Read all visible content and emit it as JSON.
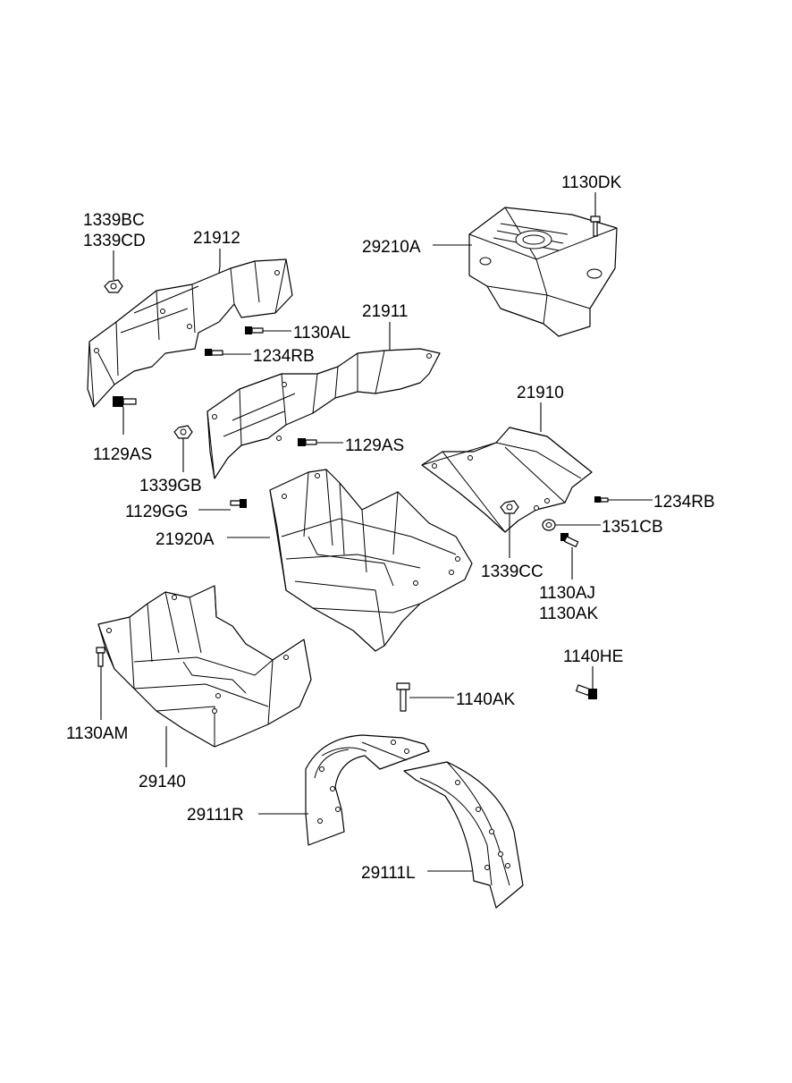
{
  "labels": {
    "l_1339bc": "1339BC",
    "l_1339cd": "1339CD",
    "l_21912": "21912",
    "l_1130dk": "1130DK",
    "l_29210a": "29210A",
    "l_1130al": "1130AL",
    "l_21911": "21911",
    "l_1234rb_a": "1234RB",
    "l_1129as_a": "1129AS",
    "l_1129as_b": "1129AS",
    "l_21910": "21910",
    "l_1339gb": "1339GB",
    "l_1234rb_b": "1234RB",
    "l_1129gg": "1129GG",
    "l_1351cb": "1351CB",
    "l_21920a": "21920A",
    "l_1339cc": "1339CC",
    "l_1130aj": "1130AJ",
    "l_1130ak": "1130AK",
    "l_1140he": "1140HE",
    "l_1140ak": "1140AK",
    "l_1130am": "1130AM",
    "l_29140": "29140",
    "l_29111r": "29111R",
    "l_29111l": "29111L"
  }
}
